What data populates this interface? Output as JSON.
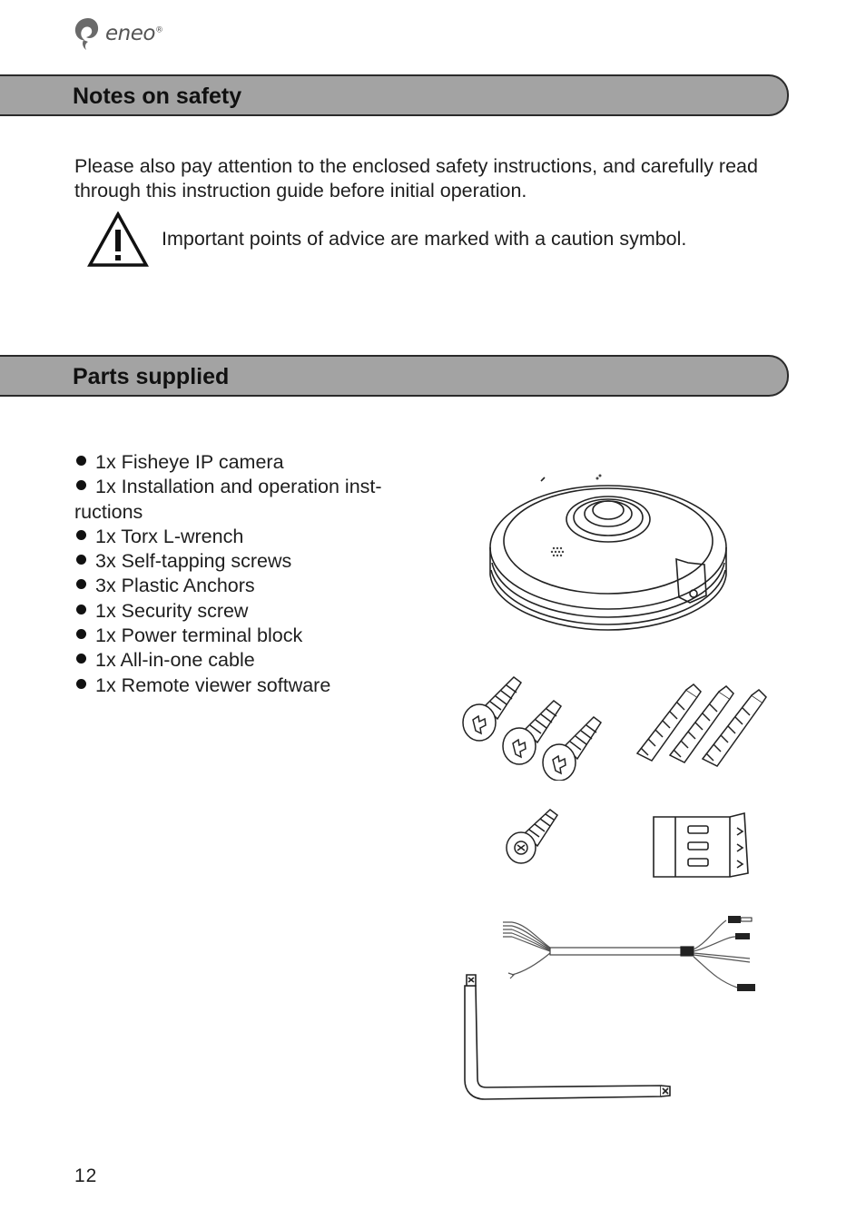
{
  "header": {
    "brand": "eneo",
    "brand_mark": "®",
    "logo_icon": "eneo-swirl-logo"
  },
  "sections": {
    "safety": {
      "title": "Notes on safety",
      "paragraph": "Please also pay attention to the enclosed safety instructions, and carefully read through this instruction guide before initial operation.",
      "caution_icon": "caution-triangle-icon",
      "caution_text": "Important points of advice are marked with a caution symbol."
    },
    "parts": {
      "title": "Parts supplied",
      "items": [
        "1x Fisheye IP camera",
        "1x Installation and operation inst-ructions",
        "1x Torx L-wrench",
        "3x Self-tapping screws",
        "3x Plastic Anchors",
        "1x Security screw",
        "1x Power terminal block",
        "1x All-in-one cable",
        "1x Remote viewer software"
      ],
      "item_line1": "1x Installation and operation inst-",
      "item_line2": "ructions"
    }
  },
  "footer": {
    "page_number": "12"
  }
}
